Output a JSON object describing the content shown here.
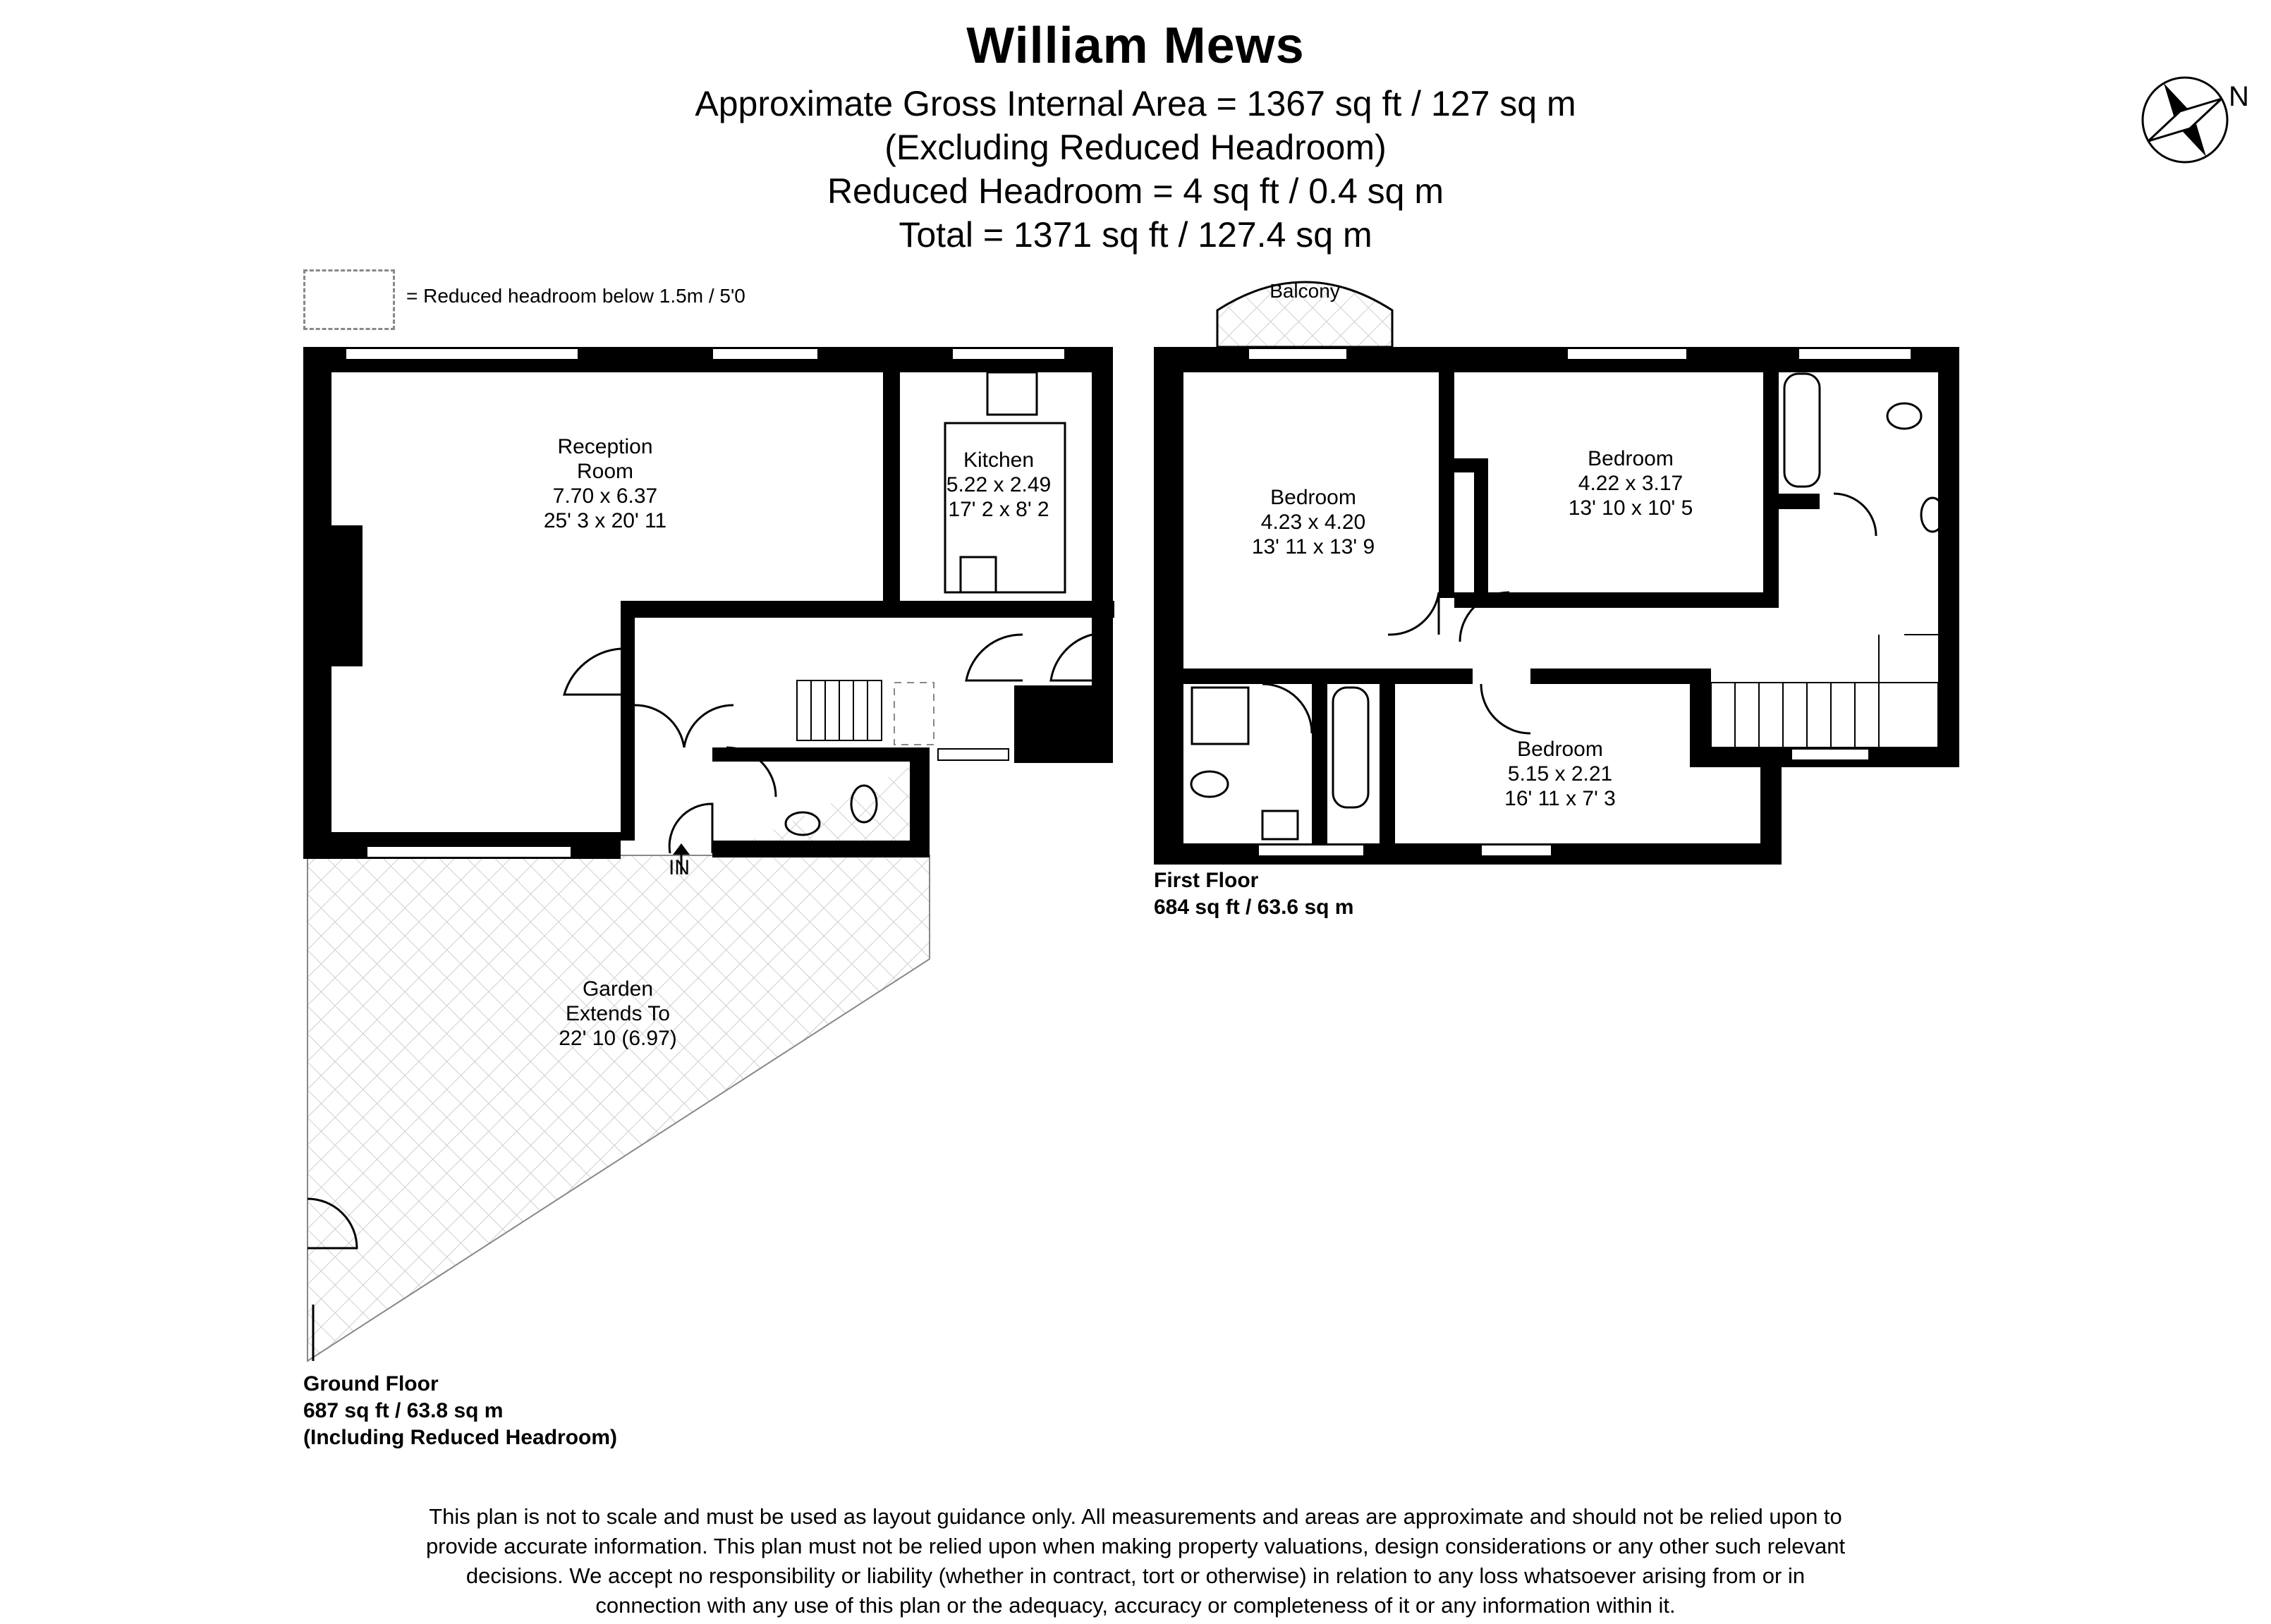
{
  "header": {
    "title": "William  Mews",
    "lines": [
      "Approximate Gross Internal Area = 1367 sq ft / 127 sq m",
      "(Excluding Reduced Headroom)",
      "Reduced Headroom = 4 sq ft / 0.4 sq m",
      "Total = 1371 sq ft / 127.4 sq m"
    ]
  },
  "legend": {
    "text": "= Reduced headroom below 1.5m / 5'0"
  },
  "compass": {
    "label": "N"
  },
  "ground_floor": {
    "label": [
      "Ground Floor",
      "687 sq ft / 63.8 sq m",
      "(Including Reduced Headroom)"
    ],
    "entrance": "IN",
    "rooms": [
      {
        "id": "reception",
        "lines": [
          "Reception",
          "Room",
          "7.70 x 6.37",
          "25' 3 x 20' 11"
        ]
      },
      {
        "id": "kitchen",
        "lines": [
          "Kitchen",
          "5.22 x 2.49",
          "17' 2 x 8' 2"
        ]
      },
      {
        "id": "garden",
        "lines": [
          "Garden",
          "Extends To",
          "22' 10 (6.97)"
        ]
      }
    ]
  },
  "first_floor": {
    "label": [
      "First Floor",
      "684 sq ft / 63.6 sq m"
    ],
    "rooms": [
      {
        "id": "balcony",
        "lines": [
          "Balcony"
        ]
      },
      {
        "id": "bedroom1",
        "lines": [
          "Bedroom",
          "4.23 x 4.20",
          "13' 11 x 13' 9"
        ]
      },
      {
        "id": "bedroom2",
        "lines": [
          "Bedroom",
          "4.22 x 3.17",
          "13' 10 x 10' 5"
        ]
      },
      {
        "id": "bedroom3",
        "lines": [
          "Bedroom",
          "5.15 x 2.21",
          "16' 11 x 7' 3"
        ]
      }
    ]
  },
  "disclaimer": [
    "This plan is not to scale and must be used as layout guidance only. All measurements and areas are approximate and should not be relied upon to",
    "provide accurate information. This plan must not be relied upon when making property valuations, design considerations or any other such relevant",
    "decisions. We accept no responsibility or liability (whether in contract, tort or otherwise) in relation to any loss whatsoever arising from or in",
    "connection with any use of this plan or the adequacy, accuracy or completeness of it or any information within it."
  ]
}
